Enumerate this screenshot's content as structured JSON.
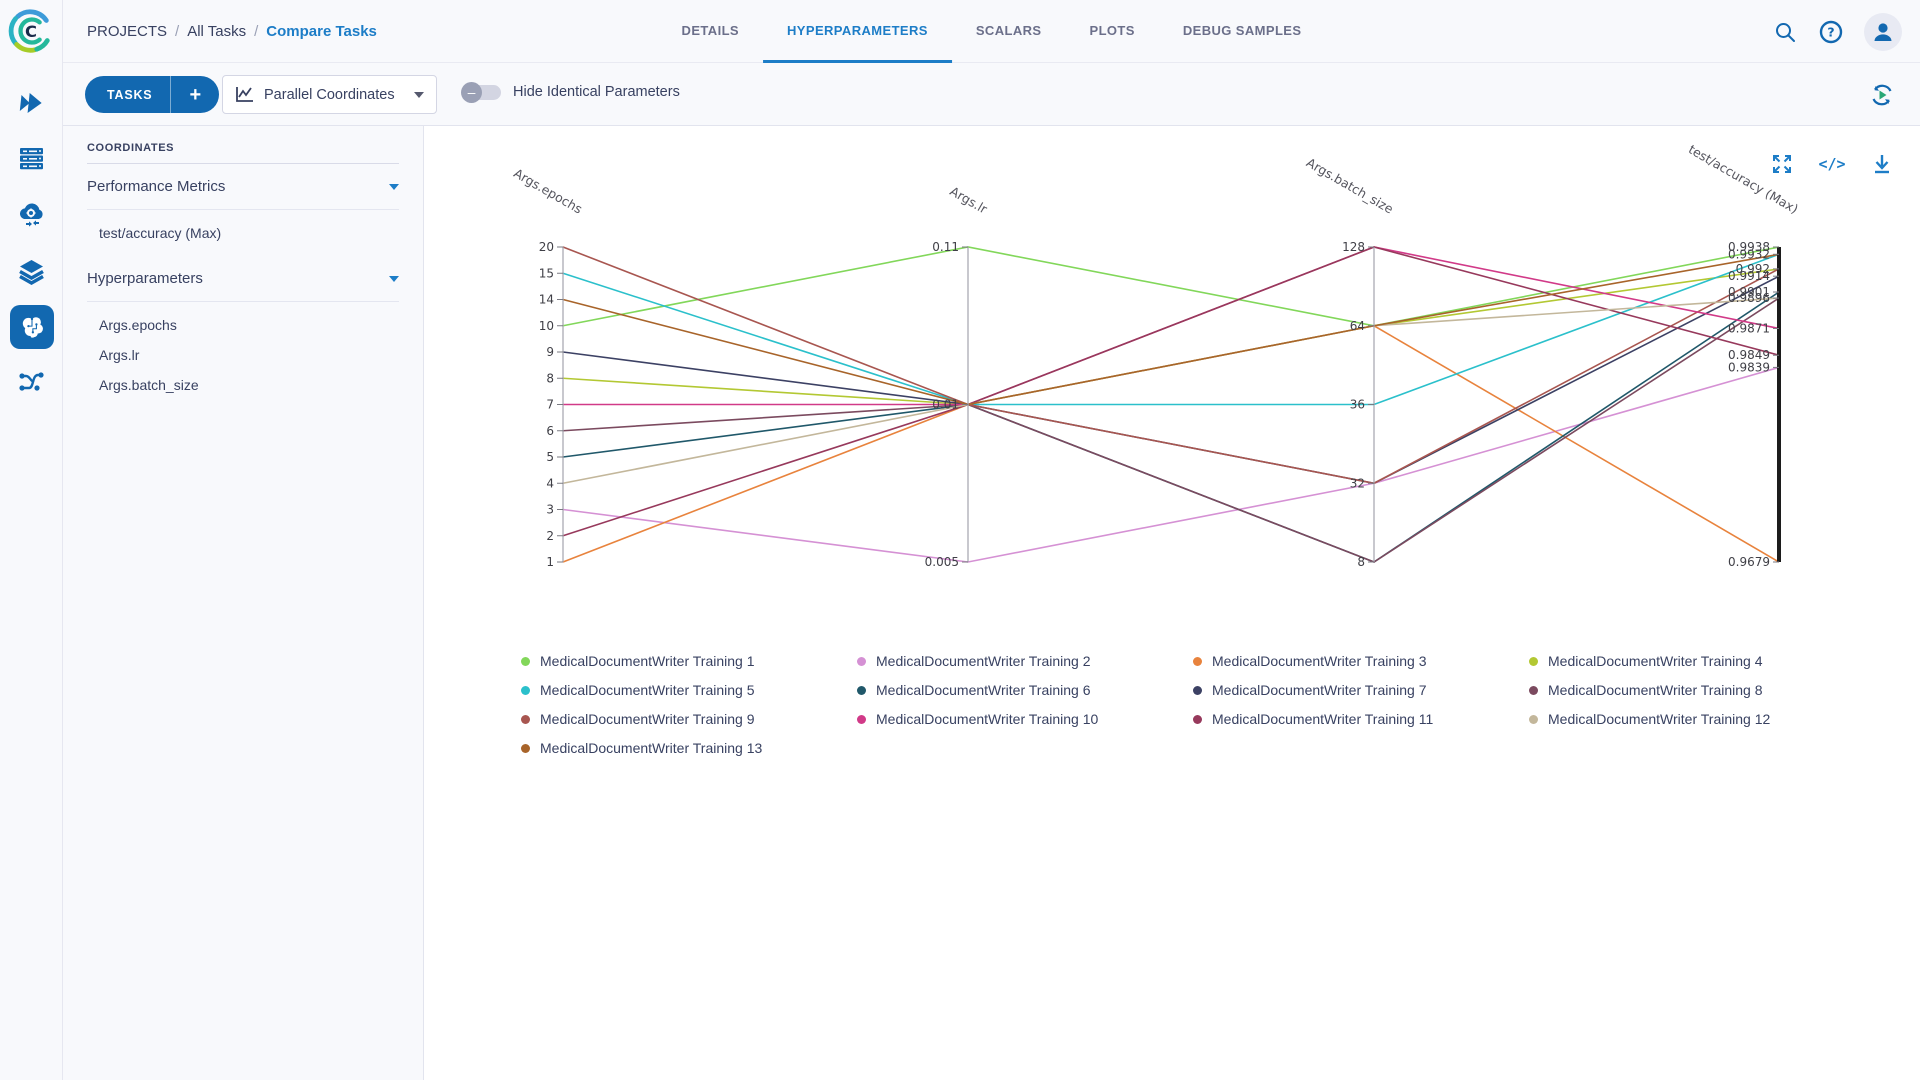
{
  "colors": {
    "accent_blue": "#1268b0",
    "link_blue": "#1d7dc7",
    "toggle_off_grey": "#9aa0b5",
    "highlight_axis": "#1c1c1c"
  },
  "icons": [
    "clearml-logo",
    "fast-forward-icon",
    "servers-icon",
    "cloud-gear-icon",
    "layers-icon",
    "brain-icon",
    "pipeline-icon",
    "search-icon",
    "help-icon",
    "user-icon",
    "chart-type-icon",
    "expand-icon",
    "code-icon",
    "download-icon",
    "auto-refresh-icon"
  ],
  "header": {
    "breadcrumb": [
      "PROJECTS",
      "All Tasks",
      "Compare Tasks"
    ],
    "separator": "/",
    "tabs": [
      "DETAILS",
      "HYPERPARAMETERS",
      "SCALARS",
      "PLOTS",
      "DEBUG SAMPLES"
    ],
    "active_tab": "HYPERPARAMETERS"
  },
  "toolbar": {
    "tasks_label": "TASKS",
    "add_label": "+",
    "view_selector": "Parallel Coordinates",
    "toggle_label": "Hide Identical Parameters",
    "toggle_state": "off",
    "toggle_knob_glyph": "–"
  },
  "coordinates_panel": {
    "title": "COORDINATES",
    "sections": [
      {
        "label": "Performance Metrics",
        "items": [
          "test/accuracy (Max)"
        ]
      },
      {
        "label": "Hyperparameters",
        "items": [
          "Args.epochs",
          "Args.lr",
          "Args.batch_size"
        ]
      }
    ]
  },
  "chart_data": {
    "type": "parallel-coordinates",
    "axes": [
      {
        "name": "Args.epochs",
        "type": "categorical",
        "ticks": [
          1,
          2,
          3,
          4,
          5,
          6,
          7,
          8,
          9,
          10,
          14,
          15,
          20
        ]
      },
      {
        "name": "Args.lr",
        "type": "categorical",
        "ticks": [
          0.005,
          0.01,
          0.11
        ]
      },
      {
        "name": "Args.batch_size",
        "type": "categorical",
        "ticks": [
          8,
          32,
          36,
          64,
          128
        ]
      },
      {
        "name": "test/accuracy (Max)",
        "type": "linear",
        "min": 0.9679,
        "max": 0.9938,
        "tick_labels": [
          "0.9938",
          "0.9932",
          "0.992",
          "0.9914",
          "0.9901",
          "0.9896",
          "0.9871",
          "0.9849",
          "0.9839",
          "0.9679"
        ],
        "highlighted": true
      }
    ],
    "series": [
      {
        "name": "MedicalDocumentWriter Training 1",
        "color": "#82d75a",
        "values": [
          10,
          0.11,
          64,
          0.9938
        ]
      },
      {
        "name": "MedicalDocumentWriter Training 2",
        "color": "#d591d4",
        "values": [
          3,
          0.005,
          32,
          0.9839
        ]
      },
      {
        "name": "MedicalDocumentWriter Training 3",
        "color": "#e8833d",
        "values": [
          1,
          0.01,
          64,
          0.9679
        ]
      },
      {
        "name": "MedicalDocumentWriter Training 4",
        "color": "#b3c833",
        "values": [
          8,
          0.01,
          64,
          0.992
        ]
      },
      {
        "name": "MedicalDocumentWriter Training 5",
        "color": "#2bc0cb",
        "values": [
          15,
          0.01,
          36,
          0.9932
        ]
      },
      {
        "name": "MedicalDocumentWriter Training 6",
        "color": "#20586a",
        "values": [
          5,
          0.01,
          8,
          0.9901
        ]
      },
      {
        "name": "MedicalDocumentWriter Training 7",
        "color": "#3c4164",
        "values": [
          9,
          0.01,
          32,
          0.9914
        ]
      },
      {
        "name": "MedicalDocumentWriter Training 8",
        "color": "#7b4a5f",
        "values": [
          6,
          0.01,
          8,
          0.9896
        ]
      },
      {
        "name": "MedicalDocumentWriter Training 9",
        "color": "#a85650",
        "values": [
          20,
          0.01,
          32,
          0.992
        ]
      },
      {
        "name": "MedicalDocumentWriter Training 10",
        "color": "#d13a88",
        "values": [
          7,
          0.01,
          128,
          0.9871
        ]
      },
      {
        "name": "MedicalDocumentWriter Training 11",
        "color": "#97395c",
        "values": [
          2,
          0.01,
          128,
          0.9849
        ]
      },
      {
        "name": "MedicalDocumentWriter Training 12",
        "color": "#c3b79b",
        "values": [
          4,
          0.01,
          64,
          0.9896
        ]
      },
      {
        "name": "MedicalDocumentWriter Training 13",
        "color": "#a8642a",
        "values": [
          14,
          0.01,
          64,
          0.9932
        ]
      }
    ],
    "legend_position": "bottom",
    "grid": false
  }
}
